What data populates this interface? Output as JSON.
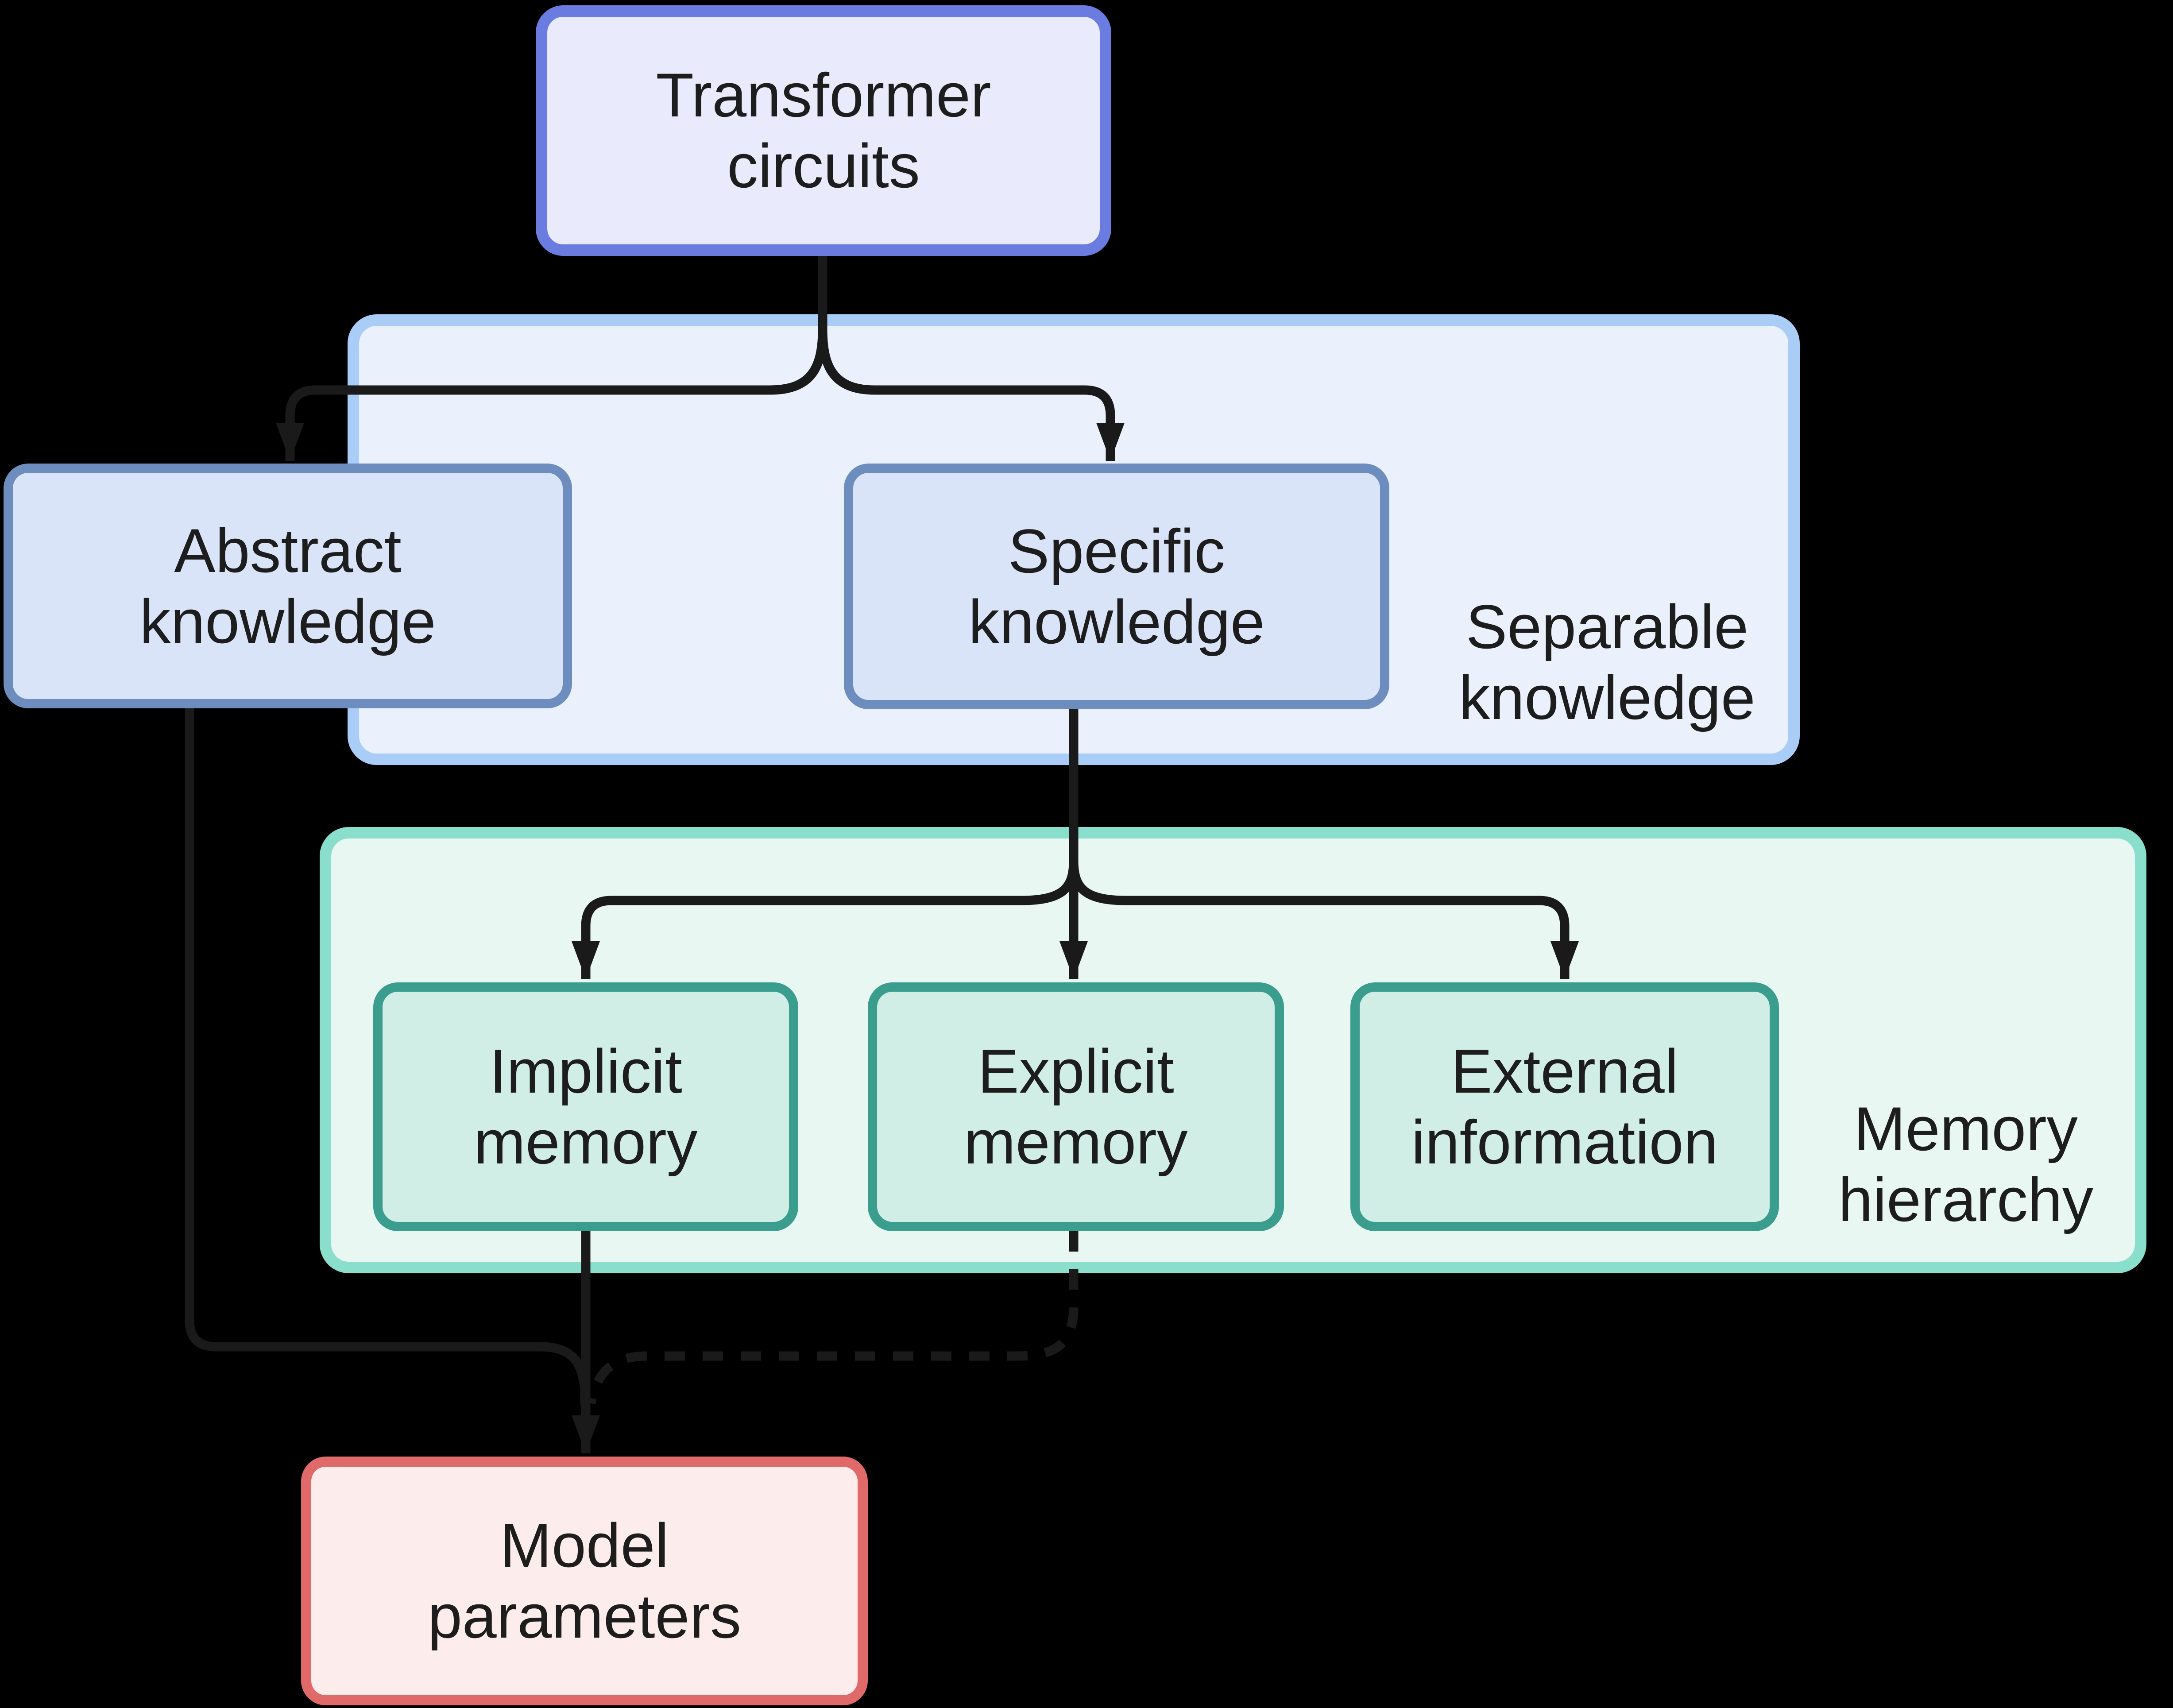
{
  "nodes": {
    "transformer": {
      "label": "Transformer circuits"
    },
    "abstract": {
      "label": "Abstract knowledge"
    },
    "specific": {
      "label": "Specific knowledge"
    },
    "implicit": {
      "label": "Implicit memory"
    },
    "explicit": {
      "label": "Explicit memory"
    },
    "external": {
      "label": "External information"
    },
    "model": {
      "label": "Model parameters"
    }
  },
  "groups": {
    "separable": {
      "label": "Separable knowledge"
    },
    "memory": {
      "label": "Memory hierarchy"
    }
  },
  "edges": [
    {
      "from": "Transformer circuits",
      "to": "Abstract knowledge",
      "style": "solid"
    },
    {
      "from": "Transformer circuits",
      "to": "Specific knowledge",
      "style": "solid"
    },
    {
      "from": "Specific knowledge",
      "to": "Implicit memory",
      "style": "solid"
    },
    {
      "from": "Specific knowledge",
      "to": "Explicit memory",
      "style": "solid"
    },
    {
      "from": "Specific knowledge",
      "to": "External information",
      "style": "solid"
    },
    {
      "from": "Abstract knowledge",
      "to": "Model parameters",
      "style": "solid"
    },
    {
      "from": "Implicit memory",
      "to": "Model parameters",
      "style": "solid"
    },
    {
      "from": "Explicit memory",
      "to": "Model parameters",
      "style": "dashed"
    }
  ],
  "colors": {
    "background": "#000000",
    "arrow": "#1A1A1A",
    "text": "#1D1D1D",
    "transformer_border": "#6B7CE0",
    "transformer_fill": "#E9EAFB",
    "separable_group_border": "#AACDF7",
    "separable_group_fill": "#EAF1FD",
    "knowledge_node_border": "#6C8DBE",
    "knowledge_node_fill": "#DAE4F9",
    "memory_group_border": "#8ADECC",
    "memory_group_fill": "#E8F7F2",
    "memory_node_border": "#3A9D8D",
    "memory_node_fill": "#D0EEE5",
    "model_border": "#E06A6A",
    "model_fill": "#FDECEC"
  }
}
